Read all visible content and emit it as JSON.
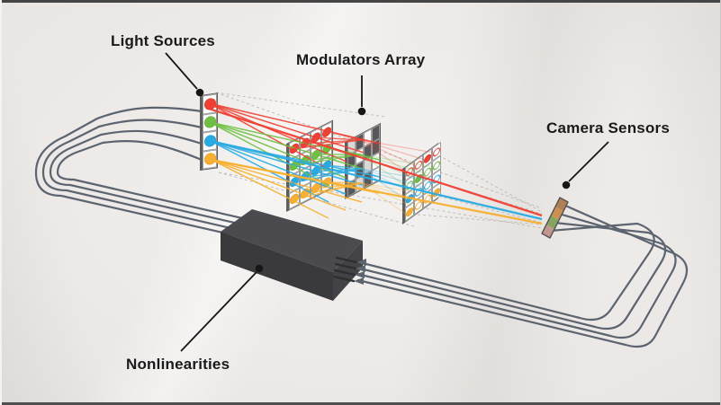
{
  "labels": {
    "light_sources": "Light Sources",
    "modulators_array": "Modulators Array",
    "camera_sensors": "Camera Sensors",
    "nonlinearities": "Nonlinearities"
  },
  "colors": {
    "red": "#ee4033",
    "green": "#6fbf42",
    "blue": "#29abe2",
    "yellow": "#f7b031",
    "wire": "#5c6470",
    "panel_border": "#5e5e5e",
    "checker_dark": "#58585c",
    "checker_light": "#d9d9d9",
    "checker_white": "#fbfbfb",
    "box_top": "#4b4b4f",
    "box_front": "#3a3a3d",
    "box_side": "#434347",
    "label_text": "#1a1a1a",
    "background": "#eae7e5",
    "sensor_segments": [
      "#c2978f",
      "#84a55e",
      "#cb9150",
      "#b08057"
    ]
  },
  "panels": {
    "light_sources": {
      "type": "dots",
      "rows": [
        [
          "red"
        ],
        [
          "green"
        ],
        [
          "blue"
        ],
        [
          "yellow"
        ]
      ]
    },
    "modulator_input": {
      "type": "dots",
      "rows": [
        [
          "red",
          "red",
          "red",
          "red"
        ],
        [
          "green",
          "green",
          "green",
          "green"
        ],
        [
          "blue",
          "blue",
          "blue",
          "blue"
        ],
        [
          "yellow",
          "yellow",
          "yellow",
          "yellow"
        ]
      ],
      "filled": [
        [
          true,
          true,
          true,
          true
        ],
        [
          true,
          true,
          true,
          true
        ],
        [
          true,
          true,
          true,
          true
        ],
        [
          true,
          true,
          true,
          true
        ]
      ]
    },
    "modulator_mask": {
      "type": "mask",
      "rows": [
        [
          "light",
          "dark",
          "white",
          "dark"
        ],
        [
          "dark",
          "white",
          "dark",
          "dark"
        ],
        [
          "white",
          "dark",
          "light",
          "white"
        ],
        [
          "dark",
          "light",
          "dark",
          "white"
        ]
      ]
    },
    "modulator_output": {
      "type": "dots",
      "rows": [
        [
          "red",
          "red",
          "red",
          "red"
        ],
        [
          "green",
          "green",
          "green",
          "green"
        ],
        [
          "blue",
          "blue",
          "blue",
          "blue"
        ],
        [
          "yellow",
          "yellow",
          "yellow",
          "yellow"
        ]
      ],
      "filled": [
        [
          false,
          false,
          true,
          false
        ],
        [
          false,
          true,
          false,
          false
        ],
        [
          true,
          false,
          false,
          false
        ],
        [
          true,
          false,
          false,
          true
        ]
      ]
    }
  }
}
